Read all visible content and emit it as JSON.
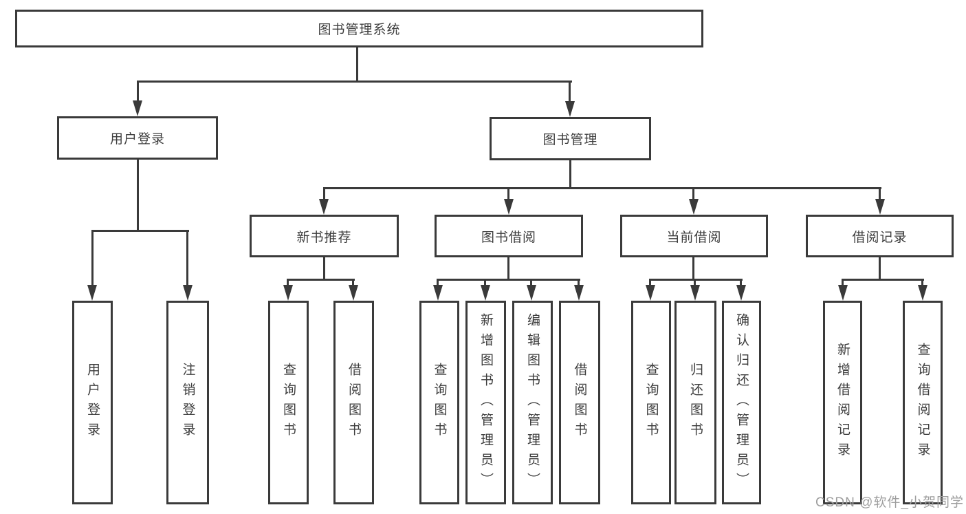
{
  "diagram": {
    "title_node": {
      "label": "图书管理系统"
    },
    "level2": [
      {
        "label": "用户登录"
      },
      {
        "label": "图书管理"
      }
    ],
    "level3": [
      {
        "label": "新书推荐"
      },
      {
        "label": "图书借阅"
      },
      {
        "label": "当前借阅"
      },
      {
        "label": "借阅记录"
      }
    ],
    "level4_groups": [
      {
        "parent": "用户登录",
        "children": [
          "用户登录",
          "注销登录"
        ]
      },
      {
        "parent": "新书推荐",
        "children": [
          "查询图书",
          "借阅图书"
        ]
      },
      {
        "parent": "图书借阅",
        "children": [
          "查询图书",
          "新增图书（管理员）",
          "编辑图书（管理员）",
          "借阅图书"
        ]
      },
      {
        "parent": "当前借阅",
        "children": [
          "查询图书",
          "归还图书",
          "确认归还（管理员）"
        ]
      },
      {
        "parent": "借阅记录",
        "children": [
          "新增借阅记录",
          "查询借阅记录"
        ]
      }
    ]
  },
  "watermark": {
    "text": "CSDN @软件_小贺同学"
  },
  "colors": {
    "line": "#3a3a3a",
    "box_border": "#3a3a3a",
    "text": "#3d3d3d",
    "background": "#ffffff",
    "watermark": "#9e9e9e"
  }
}
